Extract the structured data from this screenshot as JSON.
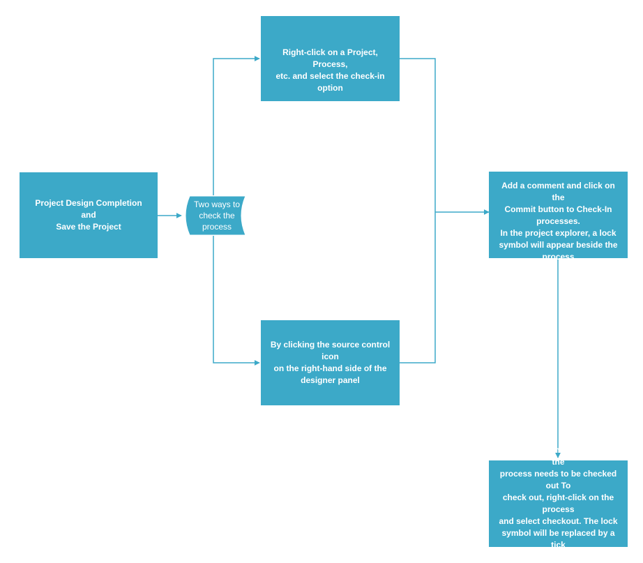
{
  "diagram": {
    "nodes": {
      "start": "Project Design Completion and\nSave the Project",
      "decision": "Two ways to\ncheck the\nprocess",
      "option_right_click": "Right-click on a Project, Process,\netc. and select the check-in option",
      "option_source_control": "By clicking the source control icon\non the right-hand side of the\ndesigner panel",
      "commit": "Add a comment and click on the\nCommit button to Check-In\nprocesses.\nIn the project explorer, a lock\nsymbol will appear beside the\nprocess",
      "change_request": "In case of a change request, the\nprocess needs to be checked out To\ncheck out, right-click on the process\nand select checkout. The lock\nsymbol will be replaced by a tick\nmark"
    },
    "colors": {
      "box_fill": "#3ca9c8",
      "connector": "#3ca9c8",
      "text": "#ffffff"
    }
  }
}
